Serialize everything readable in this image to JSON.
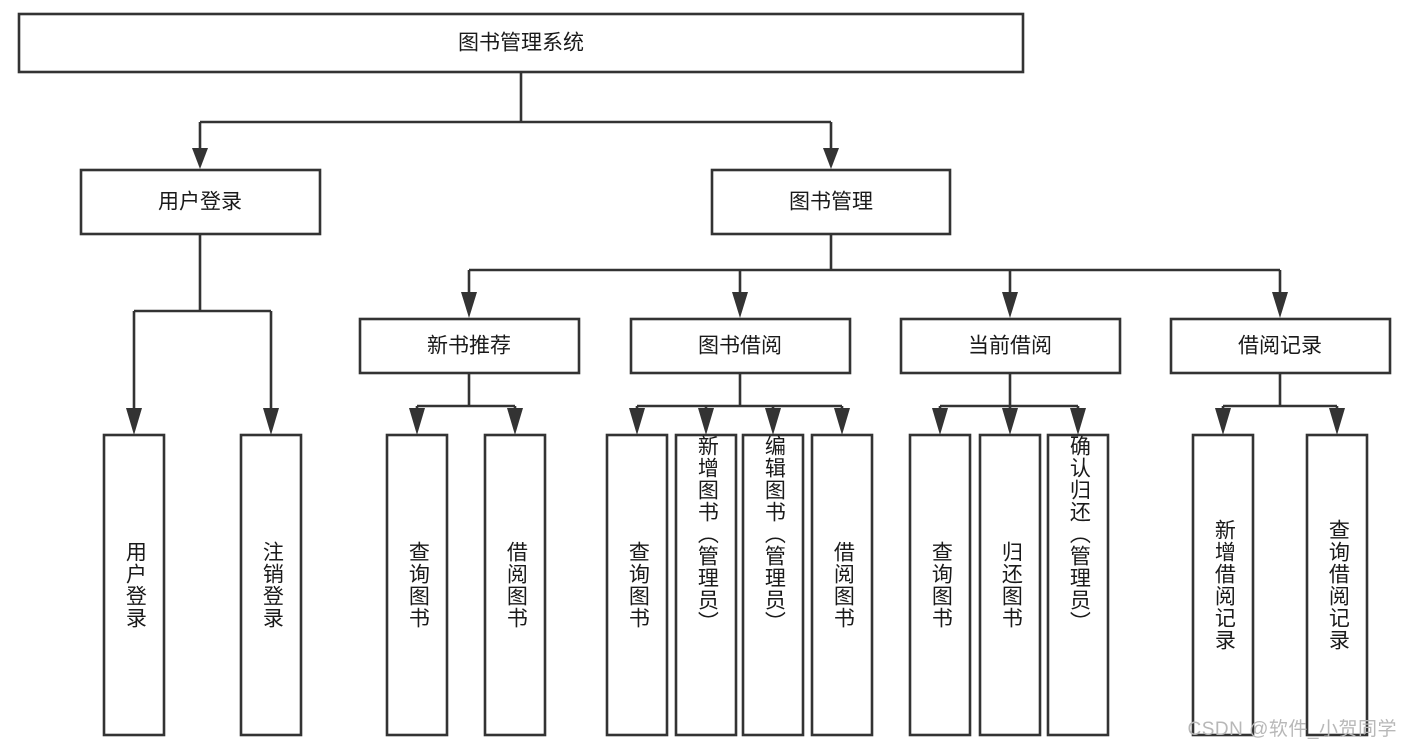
{
  "diagram": {
    "title": "图书管理系统",
    "type": "tree-hierarchy-diagram",
    "colors": {
      "stroke": "#333333",
      "box_fill": "#ffffff",
      "text": "#1a1a1a",
      "watermark": "#b8b8b8",
      "background": "#ffffff"
    },
    "root": {
      "label": "图书管理系统"
    },
    "level1": [
      {
        "label": "用户登录"
      },
      {
        "label": "图书管理"
      }
    ],
    "level2": [
      {
        "label": "新书推荐"
      },
      {
        "label": "图书借阅"
      },
      {
        "label": "当前借阅"
      },
      {
        "label": "借阅记录"
      }
    ],
    "leaves": {
      "user_login": [
        {
          "label": "用户登录"
        },
        {
          "label": "注销登录"
        }
      ],
      "new_book_recommend": [
        {
          "label": "查询图书"
        },
        {
          "label": "借阅图书"
        }
      ],
      "book_borrow": [
        {
          "label": "查询图书"
        },
        {
          "label": "新增图书（管理员）"
        },
        {
          "label": "编辑图书（管理员）"
        },
        {
          "label": "借阅图书"
        }
      ],
      "current_borrow": [
        {
          "label": "查询图书"
        },
        {
          "label": "归还图书"
        },
        {
          "label": "确认归还（管理员）"
        }
      ],
      "borrow_record": [
        {
          "label": "新增借阅记录"
        },
        {
          "label": "查询借阅记录"
        }
      ]
    }
  },
  "watermark": {
    "text": "CSDN @软件_小贺同学"
  }
}
